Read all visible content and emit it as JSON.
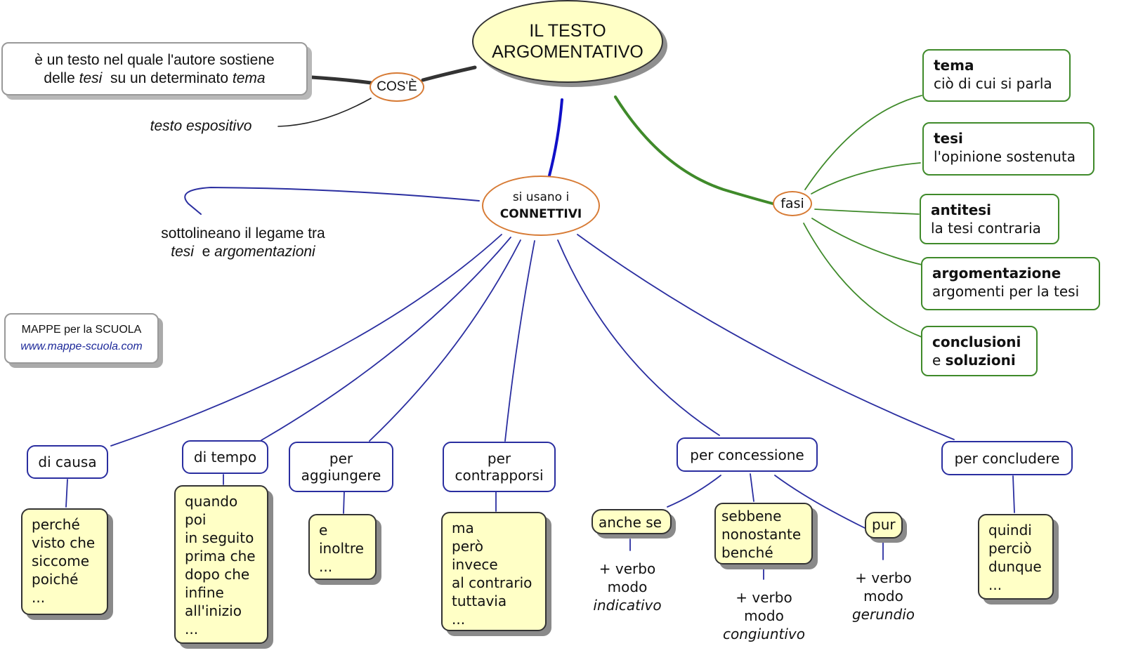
{
  "colors": {
    "center_fill": "#ffffc6",
    "oval_border": "#d77b35",
    "fasi_branch": "#3f8a2a",
    "connettivi_branch": "#2a2ea0",
    "cose_branch": "#333333",
    "brand_url": "#1e2a9a"
  },
  "center": {
    "line1": "IL TESTO",
    "line2": "ARGOMENTATIVO"
  },
  "cose": {
    "label": "COS'È",
    "definition": {
      "line1": "è un testo nel quale l'autore sostiene",
      "line2_prefix": "delle ",
      "line2_tesi": "tesi",
      "line2_middle": "  su un determinato ",
      "line2_tema": "tema"
    },
    "related": "testo espositivo"
  },
  "brand": {
    "name": "MAPPE per la SCUOLA",
    "url": "www.mappe-scuola.com"
  },
  "fasi": {
    "label": "fasi",
    "items": [
      {
        "title": "tema",
        "desc": "ciò di cui si parla"
      },
      {
        "title": "tesi",
        "desc": "l'opinione sostenuta"
      },
      {
        "title": "antitesi",
        "desc": "la tesi contraria"
      },
      {
        "title": "argomentazione",
        "desc": "argomenti per la tesi"
      },
      {
        "title": "conclusioni",
        "desc_prefix": "e ",
        "desc_bold": "soluzioni"
      }
    ]
  },
  "connettivi": {
    "line1": "si usano i",
    "line2": "CONNETTIVI",
    "note": {
      "line1": "sottolineano il legame tra",
      "line2_a": "tesi",
      "line2_b": "  e ",
      "line2_c": "argomentazioni"
    },
    "categories": [
      {
        "label_lines": [
          "di causa"
        ],
        "examples": [
          "perché",
          "visto che",
          "siccome",
          "poiché",
          "..."
        ]
      },
      {
        "label_lines": [
          "di tempo"
        ],
        "examples": [
          "quando",
          "poi",
          "in seguito",
          "prima che",
          "dopo che",
          "infine",
          "all'inizio",
          "..."
        ]
      },
      {
        "label_lines": [
          "per",
          "aggiungere"
        ],
        "examples": [
          "e",
          "inoltre",
          "..."
        ]
      },
      {
        "label_lines": [
          "per",
          "contrapporsi"
        ],
        "examples": [
          "ma",
          "però",
          "invece",
          "al contrario",
          "tuttavia",
          "..."
        ]
      },
      {
        "label_lines": [
          "per concessione"
        ],
        "sub": [
          {
            "examples": [
              "anche se"
            ],
            "rule": [
              "+ verbo",
              "modo",
              "indicativo"
            ]
          },
          {
            "examples": [
              "sebbene",
              "nonostante",
              "benché"
            ],
            "rule": [
              "+ verbo",
              "modo",
              "congiuntivo"
            ]
          },
          {
            "examples": [
              "pur"
            ],
            "rule": [
              "+ verbo",
              "modo",
              "gerundio"
            ]
          }
        ]
      },
      {
        "label_lines": [
          "per concludere"
        ],
        "examples": [
          "quindi",
          "perciò",
          "dunque",
          "..."
        ]
      }
    ]
  }
}
